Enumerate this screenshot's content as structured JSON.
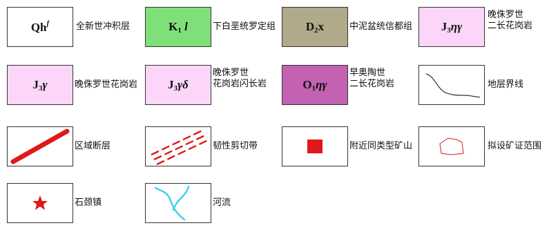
{
  "legend": {
    "items": [
      {
        "id": "qh",
        "code_main": "Qh",
        "code_sub": "",
        "code_sup": "f",
        "code_greek": "",
        "fill": "#ffffff",
        "label": "全新世冲积层"
      },
      {
        "id": "k1",
        "code_main": "K",
        "code_sub": "1",
        "code_sup": "",
        "code_greek": "l",
        "fill": "#7fe07a",
        "label": "下白垩统罗定组"
      },
      {
        "id": "d2",
        "code_main": "D",
        "code_sub": "2",
        "code_sup": "",
        "code_greek": "x",
        "fill": "#b0a98a",
        "label": "中泥盆统信都组"
      },
      {
        "id": "j3-eta-gamma",
        "code_main": "J",
        "code_sub": "3",
        "code_sup": "",
        "code_greek": "ηγ",
        "fill": "#fbd6f8",
        "label": "晚侏罗世\n二长花岗岩"
      },
      {
        "id": "j3-gamma",
        "code_main": "J",
        "code_sub": "3",
        "code_sup": "",
        "code_greek": "γ",
        "fill": "#fbd6f8",
        "label": "晚侏罗世花岗岩"
      },
      {
        "id": "j3-gamma-delta",
        "code_main": "J",
        "code_sub": "3",
        "code_sup": "",
        "code_greek": "γδ",
        "fill": "#fbd6f8",
        "label": "晚侏罗世\n花岗岩闪长岩"
      },
      {
        "id": "o1-eta-gamma",
        "code_main": "O",
        "code_sub": "1",
        "code_sup": "",
        "code_greek": "ηγ",
        "fill": "#c262b0",
        "label": "早奥陶世\n二长花岗岩"
      },
      {
        "id": "boundary",
        "symbol": "stratum-boundary-line",
        "label": "地层界线"
      },
      {
        "id": "fault",
        "symbol": "regional-fault",
        "label": "区域断层"
      },
      {
        "id": "shear",
        "symbol": "ductile-shear-zone",
        "label": "韧性剪切带"
      },
      {
        "id": "mine",
        "symbol": "nearby-mine",
        "label": "附近同类型矿山"
      },
      {
        "id": "range",
        "symbol": "proposed-license-area",
        "label": "拟设矿证范围"
      },
      {
        "id": "town",
        "symbol": "town-star",
        "label": "石颈镇"
      },
      {
        "id": "river",
        "symbol": "river-lines",
        "label": "河流"
      }
    ]
  },
  "colors": {
    "symbol_red": "#e01818",
    "river": "#3fd3e6",
    "boundary_line": "#333333",
    "border": "#333333"
  }
}
